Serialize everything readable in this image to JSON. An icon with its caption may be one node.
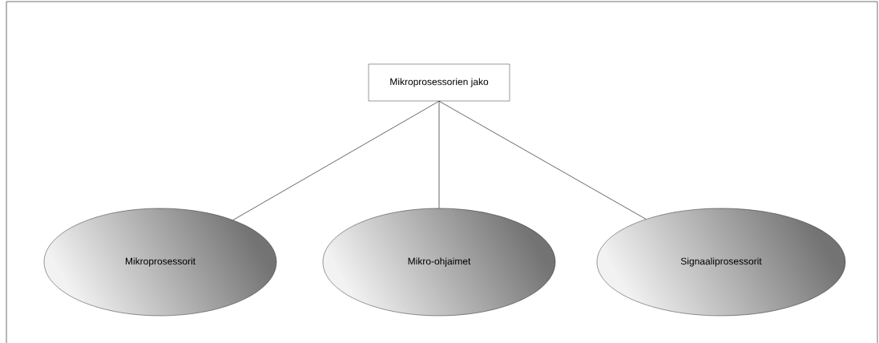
{
  "diagram": {
    "nodes": [
      {
        "text": [
          "Mikroprosessorien jako"
        ]
      },
      {
        "text": [
          "Mikroprosessorit"
        ]
      },
      {
        "text": [
          "Mikro-ohjaimet"
        ]
      },
      {
        "text": [
          "Signaaliprosessorit"
        ]
      }
    ],
    "edges": [
      {
        "from": 0,
        "to": 1,
        "arrow": "none"
      },
      {
        "from": 0,
        "to": 2,
        "arrow": "none"
      },
      {
        "from": 0,
        "to": 3,
        "arrow": "none"
      }
    ]
  }
}
